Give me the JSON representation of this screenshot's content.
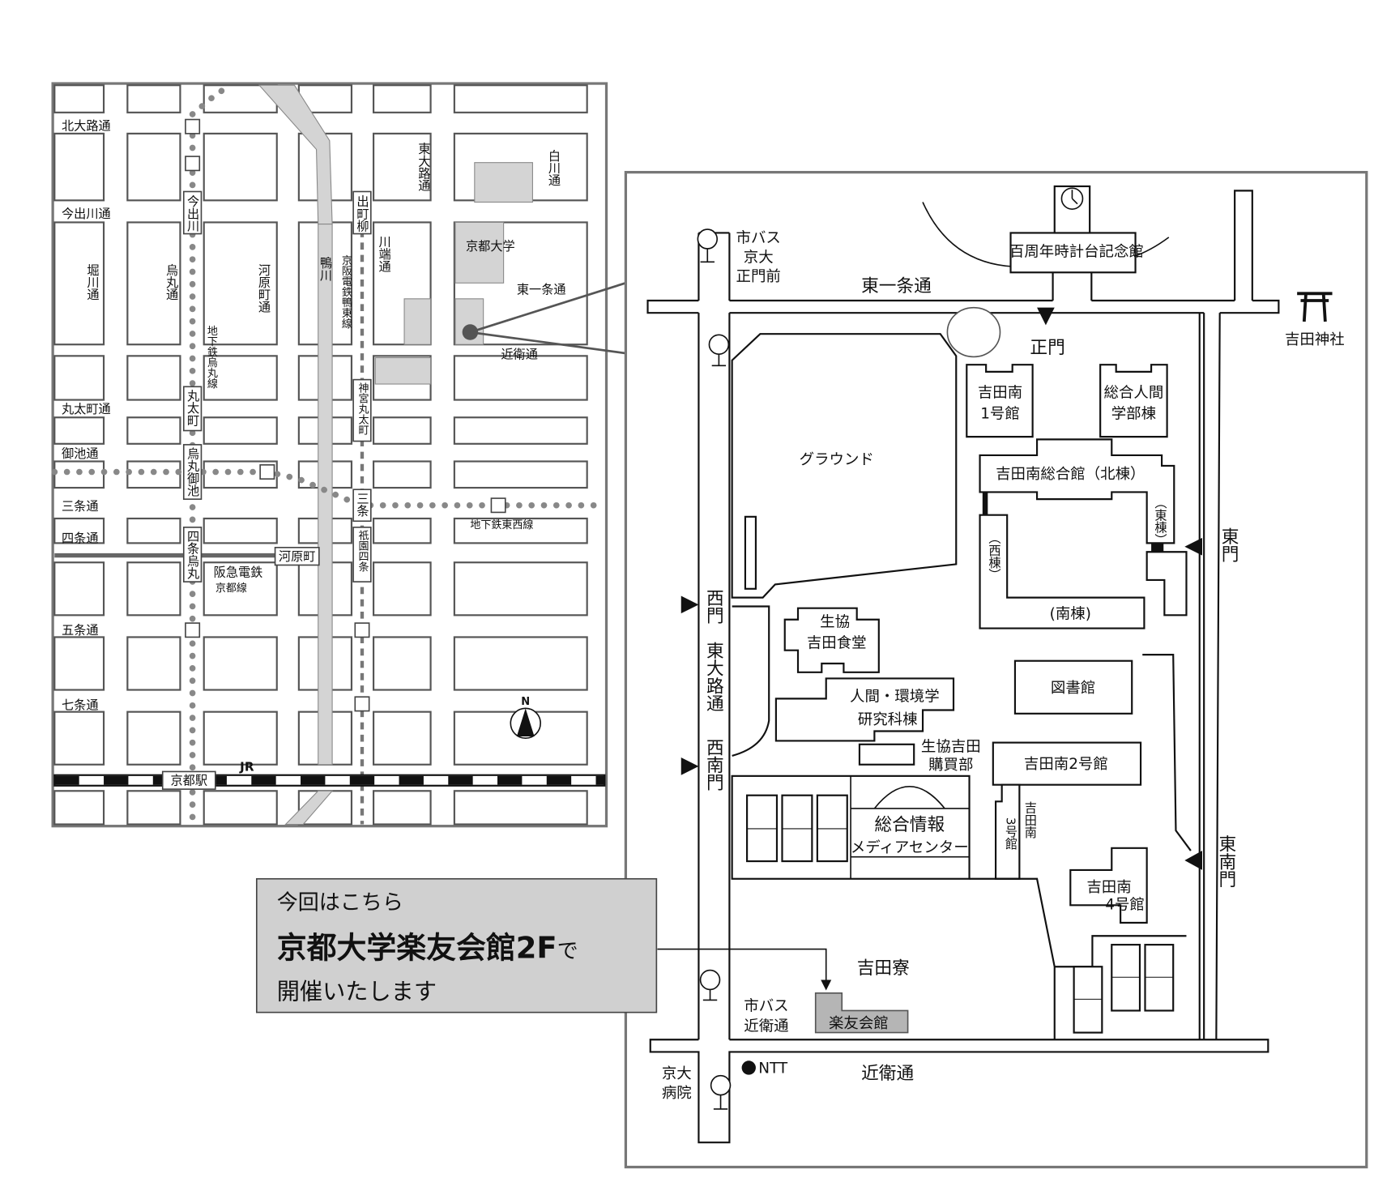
{
  "city_map": {
    "streets_horizontal": [
      "北大路通",
      "今出川通",
      "丸太町通",
      "御池通",
      "三条通",
      "四条通",
      "五条通",
      "七条通"
    ],
    "streets_vertical": [
      "堀川通",
      "烏丸通",
      "河原町通",
      "鴨川",
      "京阪電鉄鴨東線",
      "川端通",
      "東大路通",
      "白川通",
      "地下鉄烏丸線"
    ],
    "university": "京都大学",
    "higashi_ichijo": "東一条通",
    "konoe": "近衛通",
    "tozai_line": "地下鉄東西線",
    "hankyu_line": [
      "阪急電鉄",
      "京都線"
    ],
    "jr": "JR",
    "stations": {
      "imadegawa": "今出川",
      "marutamachi": "丸太町",
      "karasuma_oike": "烏丸御池",
      "shijo_karasuma": "四条烏丸",
      "demachiyanagi": "出町柳",
      "jingu_marutamachi": "神宮丸太町",
      "sanjo": "三条",
      "gion_shijo": "祇園四条",
      "kawaramachi": "河原町",
      "kyoto_station": "京都駅"
    },
    "north": "N",
    "colors": {
      "gray_area": "#d4d4d4",
      "callout_bg": "#d0d0d0"
    }
  },
  "campus_map": {
    "higashi_ichijo": "東一条通",
    "higashioji": "東大路通",
    "konoe": "近衛通",
    "bus_stop_north": [
      "市バス",
      "京大",
      "正門前"
    ],
    "bus_stop_south": [
      "市バス",
      "近衛通"
    ],
    "clock_tower": "百周年時計台記念館",
    "main_gate": "正門",
    "west_gate": "西門",
    "southwest_gate": "西南門",
    "east_gate": "東門",
    "southeast_gate": "東南門",
    "shrine": "吉田神社",
    "ground": "グラウンド",
    "yoshida_s1": [
      "吉田南",
      "1号館"
    ],
    "human_studies": [
      "総合人間",
      "学部棟"
    ],
    "sogokan_north": "吉田南総合館（北棟）",
    "sogokan_east": "（東棟）",
    "sogokan_west": "（西棟）",
    "sogokan_south": "(南棟)",
    "coop_cafeteria": [
      "生協",
      "吉田食堂"
    ],
    "human_env": [
      "人間・環境学",
      "研究科棟"
    ],
    "library": "図書館",
    "coop_store": [
      "生協吉田",
      "購買部"
    ],
    "yoshida_s2": "吉田南2号館",
    "yoshida_s3": [
      "吉田南",
      "3号館"
    ],
    "media_center": [
      "総合情報",
      "メディアセンター"
    ],
    "yoshida_s4": [
      "吉田南",
      "4号館"
    ],
    "dormitory": "吉田寮",
    "rakuyu": "楽友会館",
    "ntt": "NTT",
    "hospital": [
      "京大",
      "病院"
    ]
  },
  "callout": {
    "line1": "今回はこちら",
    "line2": "京都大学楽友会館2F",
    "line2_suffix": "で",
    "line3": "開催いたします"
  }
}
